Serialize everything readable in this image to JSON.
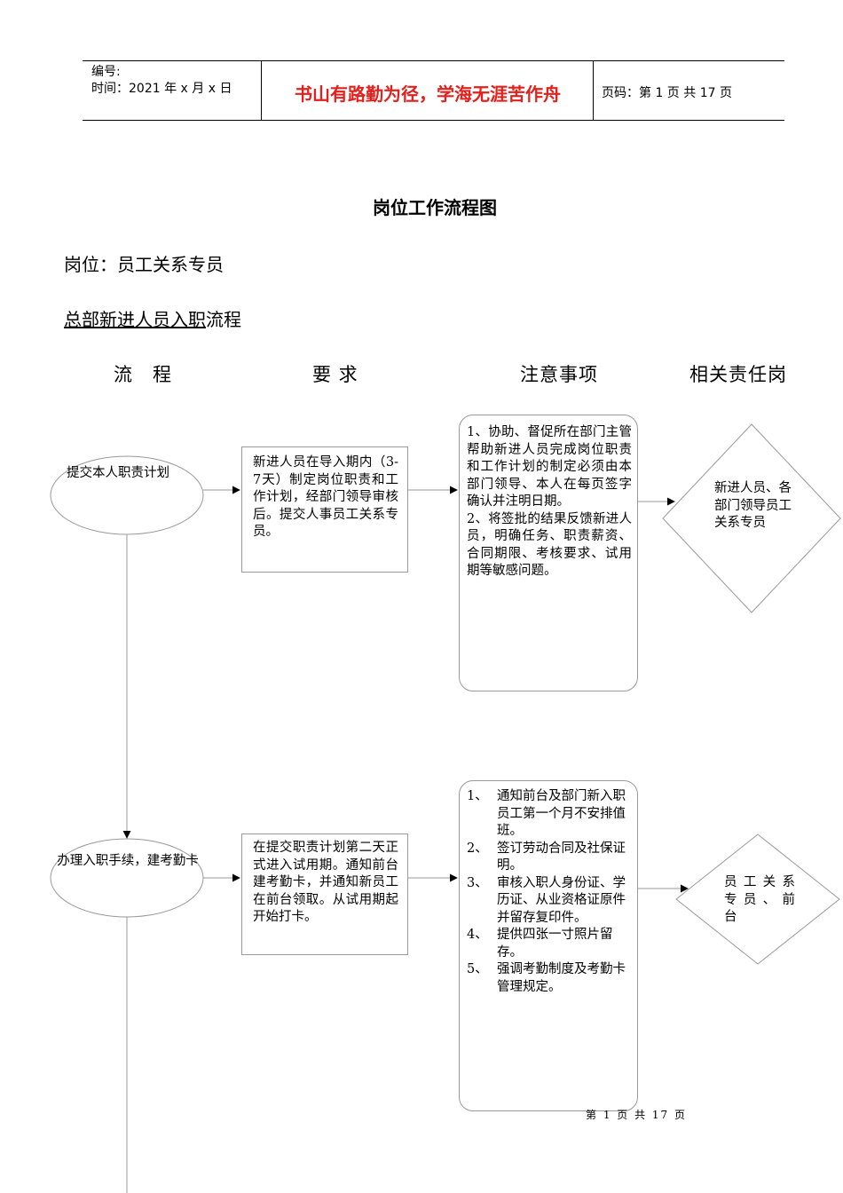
{
  "header": {
    "number_label": "编号:",
    "time_label": "时间：2021 年 x 月 x 日",
    "motto": "书山有路勤为径，学海无涯苦作舟",
    "page_label": "页码：第 1 页  共 17 页"
  },
  "doc_title": "岗位工作流程图",
  "post": "岗位：员工关系专员",
  "process": {
    "title_underlined": "总部新进人员入职",
    "title_rest": "流程"
  },
  "columns": {
    "flow": "流　程",
    "requirements": "要 求",
    "notes": "注意事项",
    "responsible": "相关责任岗"
  },
  "steps": [
    {
      "flow": "提交本人职责计划",
      "requirement": "新进人员在导入期内（3-7天）制定岗位职责和工作计划，经部门领导审核后。提交人事员工关系专员。",
      "notes": "1、协助、督促所在部门主管帮助新进人员完成岗位职责和工作计划的制定必须由本部门领导、本人在每页签字确认并注明日期。\n2、将签批的结果反馈新进人员，明确任务、职责薪资、合同期限、考核要求、试用期等敏感问题。",
      "responsible": "新进人员、各部门领导员工关系专员"
    },
    {
      "flow": "办理入职手续，建考勤卡",
      "requirement": "在提交职责计划第二天正式进入试用期。通知前台建考勤卡，并通知新员工在前台领取。从试用期起开始打卡。",
      "notes_list": [
        {
          "num": "1、",
          "text": "通知前台及部门新入职员工第一个月不安排值班。"
        },
        {
          "num": "2、",
          "text": "签订劳动合同及社保证明。"
        },
        {
          "num": "3、",
          "text": "审核入职人身份证、学历证、从业资格证原件并留存复印件。"
        },
        {
          "num": "4、",
          "text": "提供四张一寸照片留存。"
        },
        {
          "num": "5、",
          "text": "强调考勤制度及考勤卡管理规定。"
        }
      ],
      "responsible": "员 工 关 系 专 员 、 前 台"
    }
  ],
  "footer": "第 1 页 共 17 页"
}
